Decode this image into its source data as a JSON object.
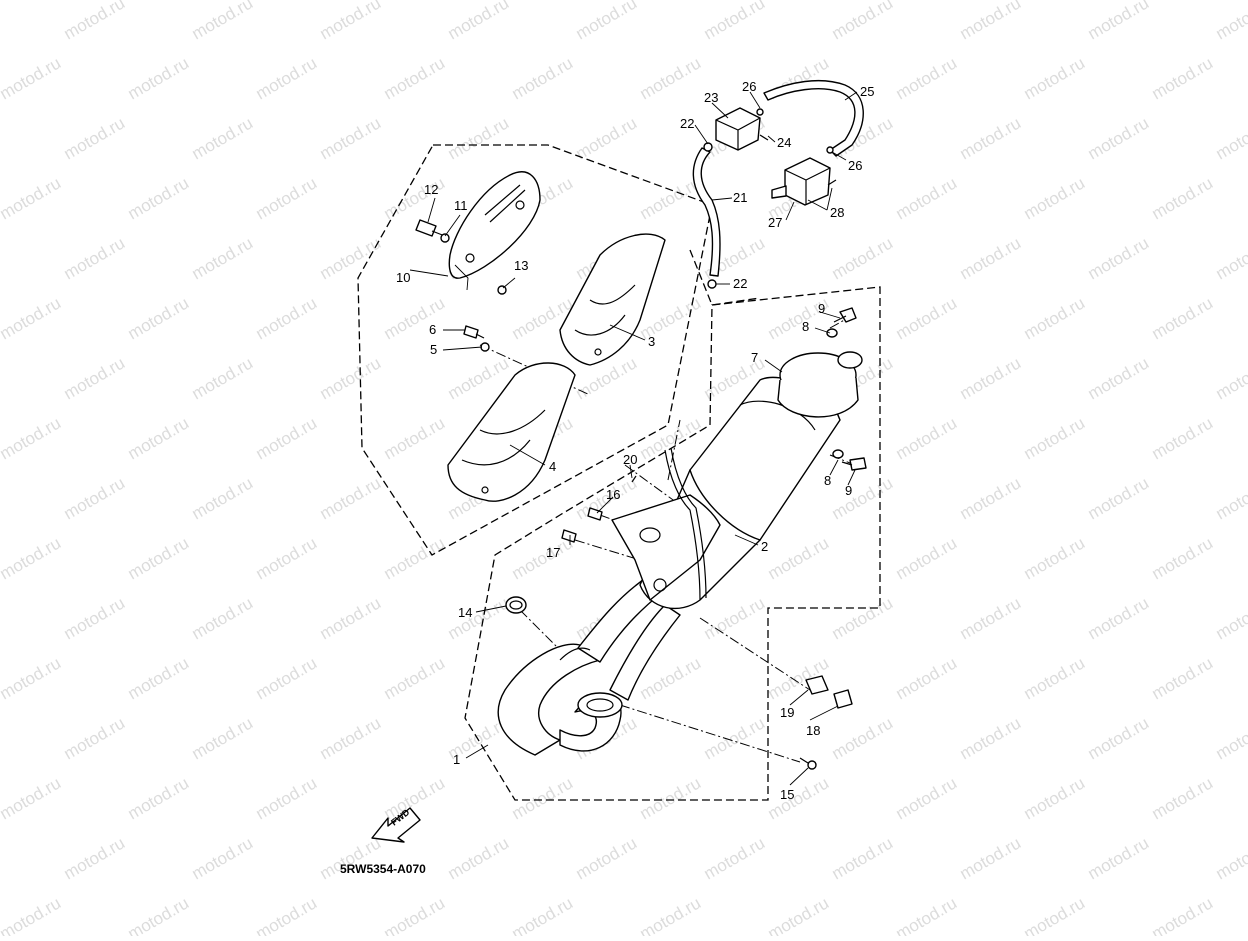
{
  "watermark": "motod.ru",
  "drawing_code": "5RW5354-A070",
  "fwd_label": "FWD",
  "callouts": {
    "c1": "1",
    "c2": "2",
    "c3": "3",
    "c4": "4",
    "c5": "5",
    "c6": "6",
    "c7": "7",
    "c8a": "8",
    "c8b": "8",
    "c9a": "9",
    "c9b": "9",
    "c10": "10",
    "c11": "11",
    "c12": "12",
    "c13": "13",
    "c14": "14",
    "c15": "15",
    "c16": "16",
    "c17": "17",
    "c18": "18",
    "c19": "19",
    "c20": "20",
    "c21": "21",
    "c22a": "22",
    "c22b": "22",
    "c23": "23",
    "c24": "24",
    "c25": "25",
    "c26a": "26",
    "c26b": "26",
    "c27": "27",
    "c28": "28"
  },
  "colors": {
    "line": "#000000",
    "watermark": "#dcdcdc",
    "background": "#ffffff"
  }
}
